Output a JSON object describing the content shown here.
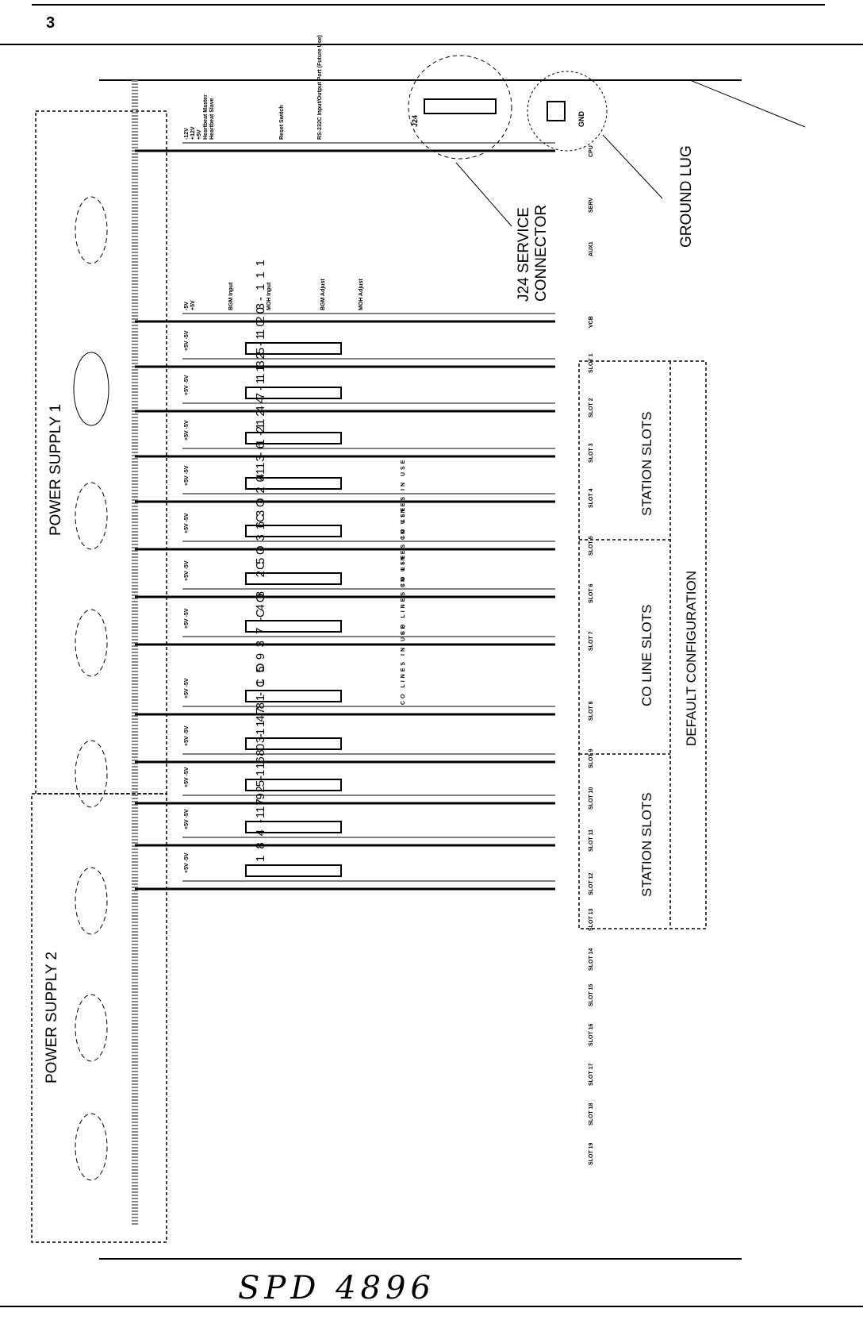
{
  "page_number": "3",
  "footer_mark": "SPD 4896",
  "labels": {
    "power_supply_1": "POWER SUPPLY 1",
    "power_supply_2": "POWER SUPPLY 2",
    "j24_service_connector_line1": "J24 SERVICE",
    "j24_service_connector_line2": "CONNECTOR",
    "ground_lug": "GROUND LUG",
    "station_slots_top": "STATION SLOTS",
    "co_line_slots": "CO LINE SLOTS",
    "station_slots_bottom": "STATION SLOTS",
    "default_configuration": "DEFAULT CONFIGURATION",
    "j24": "J24",
    "gnd": "GND"
  },
  "cpu_labels": [
    "-12V",
    "+12V",
    "+5V",
    "Heartbeat Master",
    "Heartbeat Slave",
    "Reset Switch",
    "RS-232C Input/Output Port (Future Use)"
  ],
  "vcb_labels": [
    "-5V",
    "+5V",
    "BGM Input",
    "MOH Input",
    "BGM Adjust",
    "MOH Adjust"
  ],
  "slots": [
    {
      "name": "CPU",
      "voltage": "",
      "ports": ""
    },
    {
      "name": "SERV",
      "voltage": "",
      "ports": ""
    },
    {
      "name": "AUX1",
      "voltage": "",
      "ports": ""
    },
    {
      "name": "VCB",
      "voltage": "",
      "ports": ""
    },
    {
      "name": "SLOT 1",
      "voltage": "+5V -5V",
      "ports": "100-111"
    },
    {
      "name": "SLOT 2",
      "voltage": "+5V -5V",
      "ports": "112-123"
    },
    {
      "name": "SLOT 3",
      "voltage": "+5V -5V",
      "ports": "124-135"
    },
    {
      "name": "SLOT 4",
      "voltage": "+5V -5V",
      "ports": "136-147"
    },
    {
      "name": "SLOT 5",
      "voltage": "+5V -5V",
      "ports": "CO 01-12"
    },
    {
      "name": "SLOT 6",
      "voltage": "+5V -5V",
      "ports": "CO 13-24"
    },
    {
      "name": "SLOT 7",
      "voltage": "+5V -5V",
      "ports": "CO 25-36"
    },
    {
      "name": "SLOT 8",
      "voltage": "+5V -5V",
      "ports": "CO 37-48"
    },
    {
      "name": "SLOT 9",
      "voltage": "+5V -5V",
      "ports": "148-159"
    },
    {
      "name": "SLOT 10",
      "voltage": "+5V -5V",
      "ports": "160-171"
    },
    {
      "name": "SLOT 11",
      "voltage": "+5V -5V",
      "ports": "172-183"
    },
    {
      "name": "SLOT 12",
      "voltage": "+5V -5V",
      "ports": "184-195"
    },
    {
      "name": "SLOT 13",
      "voltage": "",
      "ports": ""
    },
    {
      "name": "SLOT 14",
      "voltage": "",
      "ports": ""
    },
    {
      "name": "SLOT 15",
      "voltage": "",
      "ports": ""
    },
    {
      "name": "SLOT 16",
      "voltage": "",
      "ports": ""
    },
    {
      "name": "SLOT 17",
      "voltage": "",
      "ports": ""
    },
    {
      "name": "SLOT 18",
      "voltage": "",
      "ports": ""
    },
    {
      "name": "SLOT 19",
      "voltage": "",
      "ports": ""
    }
  ],
  "co_line_in_use": "CO LINES IN USE"
}
